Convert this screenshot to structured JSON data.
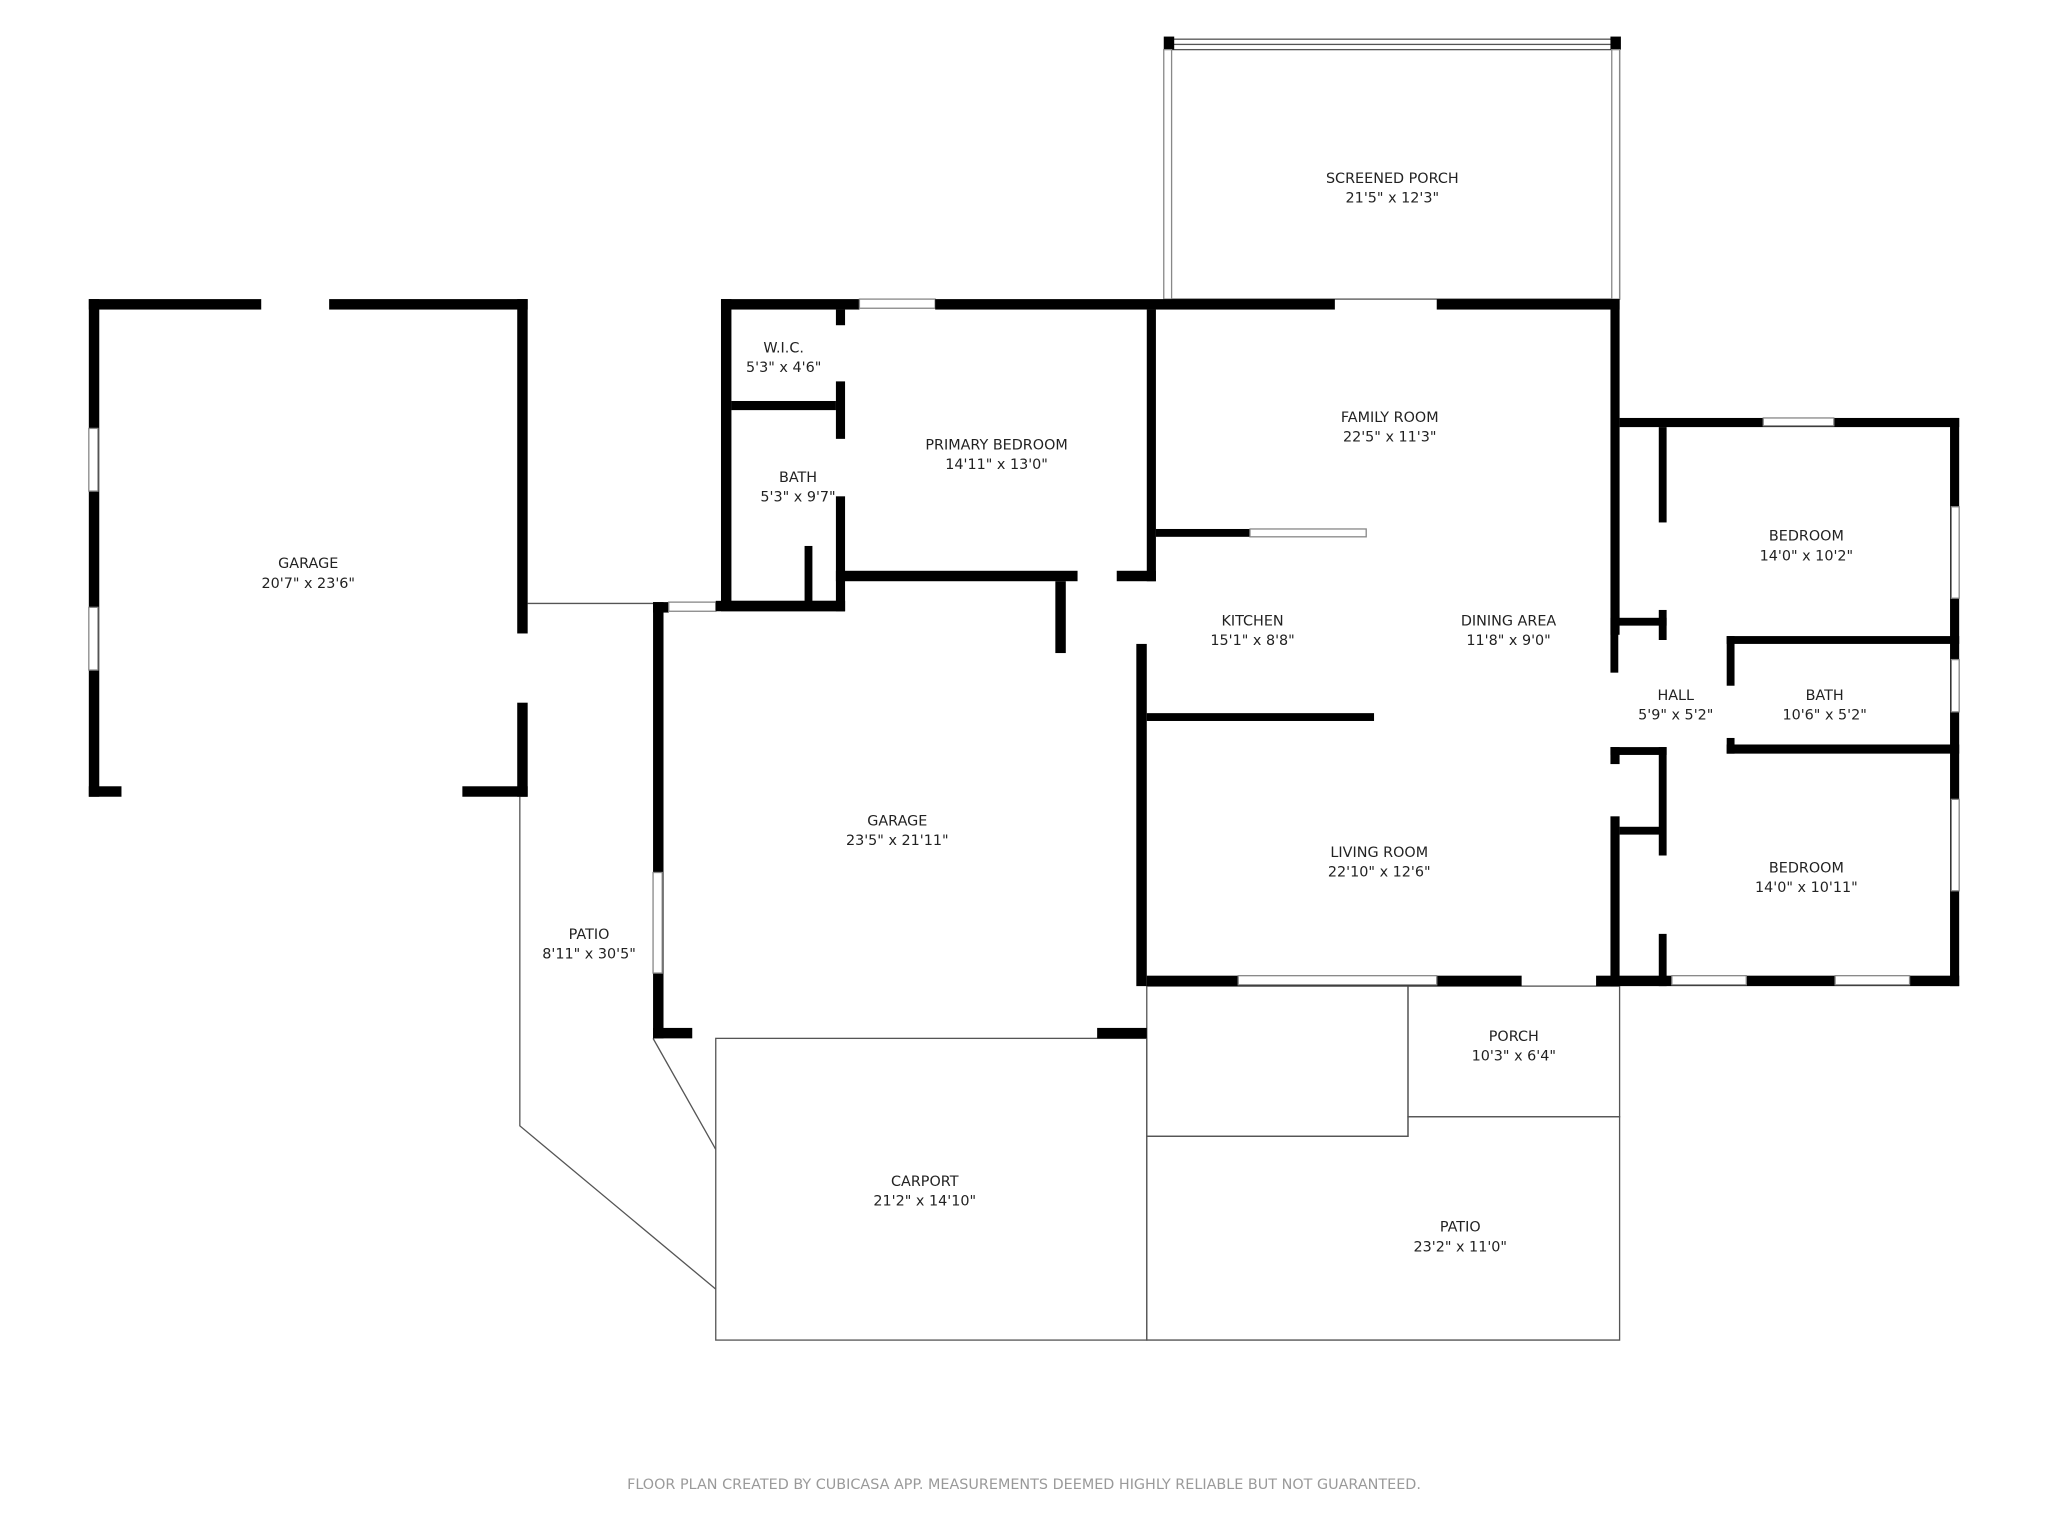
{
  "rooms": [
    {
      "name": "SCREENED PORCH",
      "dims": "21'5\" x 12'3\""
    },
    {
      "name": "GARAGE",
      "dims": "20'7\" x 23'6\""
    },
    {
      "name": "W.I.C.",
      "dims": "5'3\" x 4'6\""
    },
    {
      "name": "BATH",
      "dims": "5'3\" x 9'7\""
    },
    {
      "name": "PRIMARY BEDROOM",
      "dims": "14'11\" x 13'0\""
    },
    {
      "name": "FAMILY ROOM",
      "dims": "22'5\" x 11'3\""
    },
    {
      "name": "KITCHEN",
      "dims": "15'1\" x 8'8\""
    },
    {
      "name": "DINING AREA",
      "dims": "11'8\" x 9'0\""
    },
    {
      "name": "BEDROOM",
      "dims": "14'0\" x 10'2\""
    },
    {
      "name": "HALL",
      "dims": "5'9\" x 5'2\""
    },
    {
      "name": "BATH",
      "dims": "10'6\" x 5'2\""
    },
    {
      "name": "BEDROOM",
      "dims": "14'0\" x 10'11\""
    },
    {
      "name": "GARAGE",
      "dims": "23'5\" x 21'11\""
    },
    {
      "name": "LIVING ROOM",
      "dims": "22'10\" x 12'6\""
    },
    {
      "name": "PATIO",
      "dims": "8'11\" x 30'5\""
    },
    {
      "name": "PORCH",
      "dims": "10'3\" x 6'4\""
    },
    {
      "name": "CARPORT",
      "dims": "21'2\" x 14'10\""
    },
    {
      "name": "PATIO",
      "dims": "23'2\" x 11'0\""
    }
  ],
  "footer": "FLOOR PLAN CREATED BY CUBICASA APP. MEASUREMENTS DEEMED HIGHLY RELIABLE BUT NOT GUARANTEED."
}
